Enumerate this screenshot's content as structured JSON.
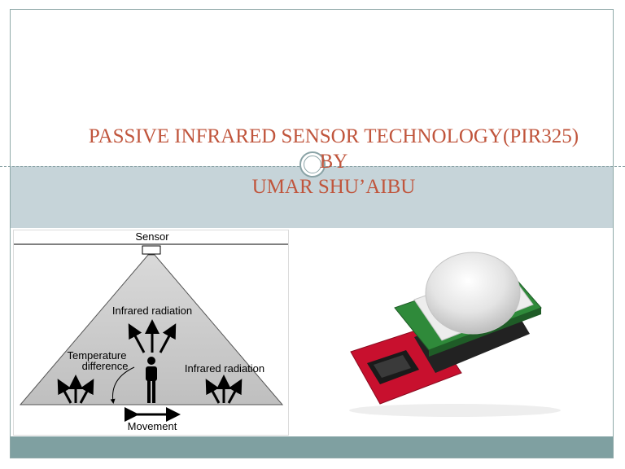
{
  "slide": {
    "title_line1": "PASSIVE INFRARED SENSOR TECHNOLOGY(PIR325)",
    "title_line2": "BY",
    "title_line3": "UMAR SHU’AIBU"
  },
  "diagram": {
    "sensor_label": "Sensor",
    "infrared_top_label": "Infrared radiation",
    "temp_label_line1": "Temperature",
    "temp_label_line2": "difference",
    "infrared_right_label": "Infrared radiation",
    "movement_label": "Movement"
  },
  "colors": {
    "title": "#c0553c",
    "band": "#c6d4d9",
    "bottom_bar": "#7fa0a1",
    "frame": "#8fa9a8"
  }
}
